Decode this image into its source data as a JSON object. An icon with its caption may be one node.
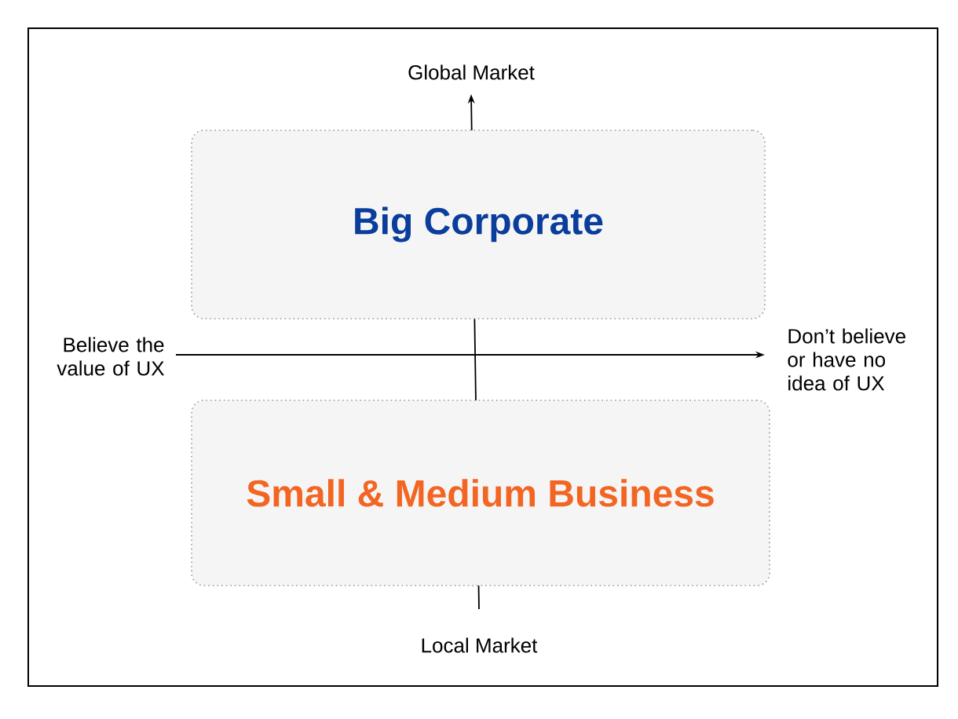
{
  "diagram": {
    "nodes": [
      {
        "text": [
          "Big Corporate"
        ]
      },
      {
        "text": [
          "Small & Medium Business"
        ]
      }
    ],
    "labels": [
      "Global Market",
      "Believe the value of UX",
      "Don’t believe or have no idea of UX",
      "Local Market"
    ]
  }
}
